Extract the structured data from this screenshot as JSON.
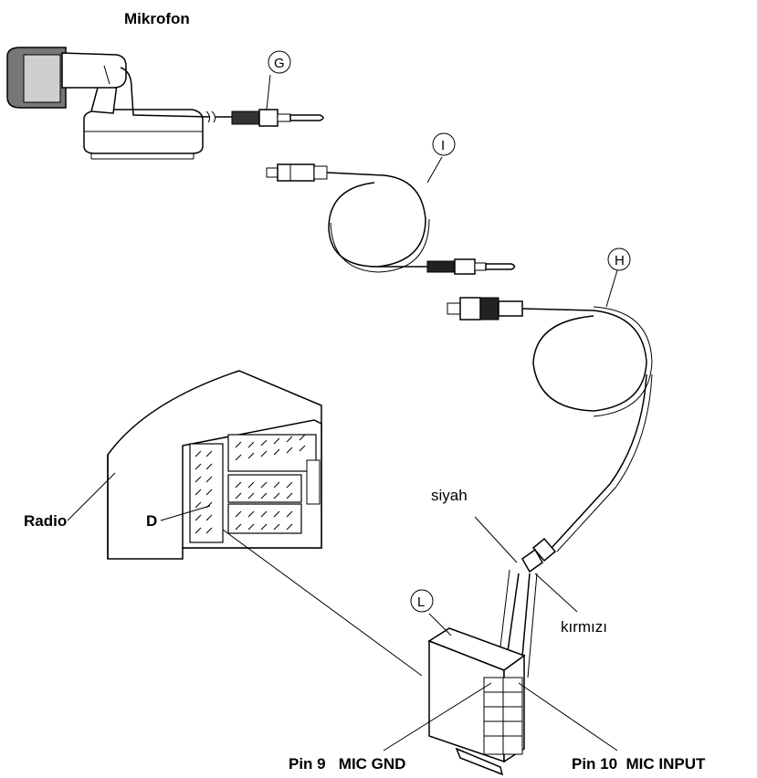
{
  "labels": {
    "microphone": "Mikrofon",
    "radio": "Radio",
    "connector_d": "D",
    "wire_black": "siyah",
    "wire_red": "kırmızı",
    "pin9": "Pin 9   MIC GND",
    "pin10": "Pin 10  MIC INPUT"
  },
  "callouts": {
    "g": "G",
    "i": "I",
    "h": "H",
    "l": "L"
  }
}
